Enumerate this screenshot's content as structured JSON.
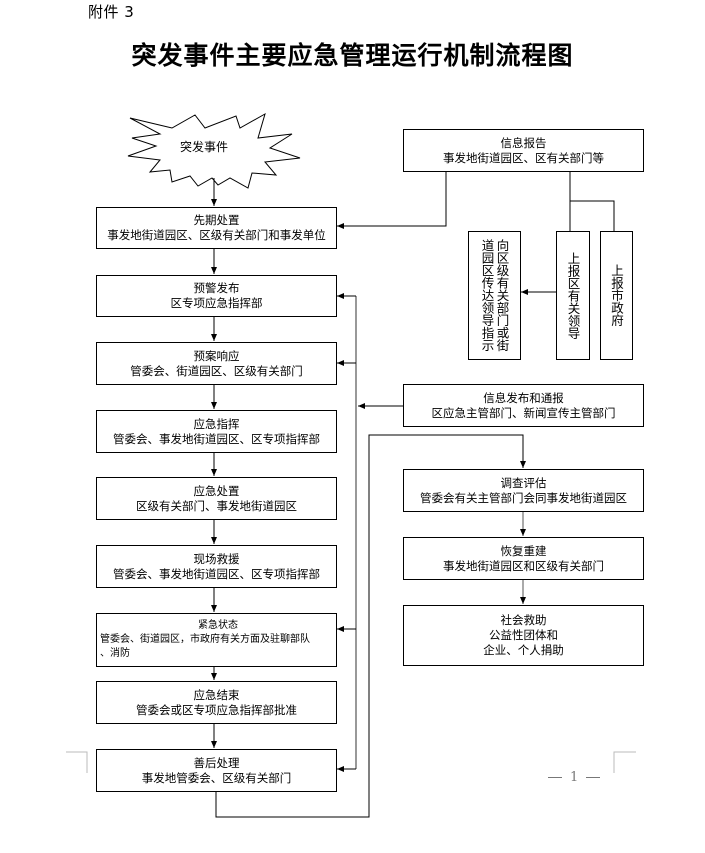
{
  "header": {
    "attachment_label": "附件 3",
    "title": "突发事件主要应急管理运行机制流程图"
  },
  "start_event": {
    "label": "突发事件"
  },
  "main_flow": [
    {
      "title": "先期处置",
      "lines": [
        "事发地街道园区、区级有关部门和事发单位"
      ]
    },
    {
      "title": "预警发布",
      "lines": [
        "区专项应急指挥部"
      ]
    },
    {
      "title": "预案响应",
      "lines": [
        "管委会、街道园区、区级有关部门"
      ]
    },
    {
      "title": "应急指挥",
      "lines": [
        "管委会、事发地街道园区、区专项指挥部"
      ]
    },
    {
      "title": "应急处置",
      "lines": [
        "区级有关部门、事发地街道园区"
      ]
    },
    {
      "title": "现场救援",
      "lines": [
        "管委会、事发地街道园区、区专项指挥部"
      ]
    },
    {
      "title": "紧急状态",
      "lines": [
        "管委会、街道园区，市政府有关方面及驻聊部队",
        "、消防"
      ]
    },
    {
      "title": "应急结束",
      "lines": [
        "管委会或区专项应急指挥部批准"
      ]
    },
    {
      "title": "善后处理",
      "lines": [
        "事发地管委会、区级有关部门"
      ]
    }
  ],
  "info_report": {
    "title": "信息报告",
    "lines": [
      "事发地街道园区、区有关部门等"
    ]
  },
  "vertical_boxes": [
    {
      "columns": [
        "向区级有关部门或街",
        "道园区传达领导指示"
      ]
    },
    {
      "columns": [
        "上报区有关领导"
      ]
    },
    {
      "columns": [
        "上报市政府"
      ]
    }
  ],
  "info_publish": {
    "title": "信息发布和通报",
    "lines": [
      "区应急主管部门、新闻宣传主管部门"
    ]
  },
  "recovery_flow": [
    {
      "title": "调查评估",
      "lines": [
        "管委会有关主管部门会同事发地街道园区"
      ]
    },
    {
      "title": "恢复重建",
      "lines": [
        "事发地街道园区和区级有关部门"
      ]
    },
    {
      "title": "社会救助",
      "lines": [
        "公益性团体和",
        "企业、个人捐助"
      ]
    }
  ],
  "footer": {
    "page_number": "1"
  }
}
